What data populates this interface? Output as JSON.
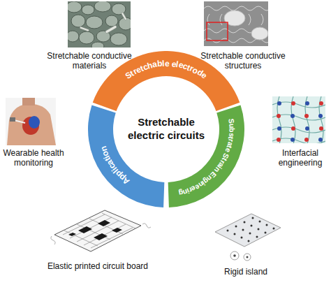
{
  "diagram": {
    "nodes": [
      {
        "text": [
          "Stretchable electric circuits"
        ]
      },
      {
        "text": [
          "Stretchable electrode"
        ]
      },
      {
        "text": [
          "Substrate Strain Engineering"
        ]
      },
      {
        "text": [
          "Application"
        ]
      }
    ],
    "labels": [
      "Stretchable conductive materials",
      "Stretchable conductive structures",
      "Wearable health monitoring",
      "Interfacial engineering",
      "Elastic printed circuit board",
      "Rigid island"
    ]
  }
}
